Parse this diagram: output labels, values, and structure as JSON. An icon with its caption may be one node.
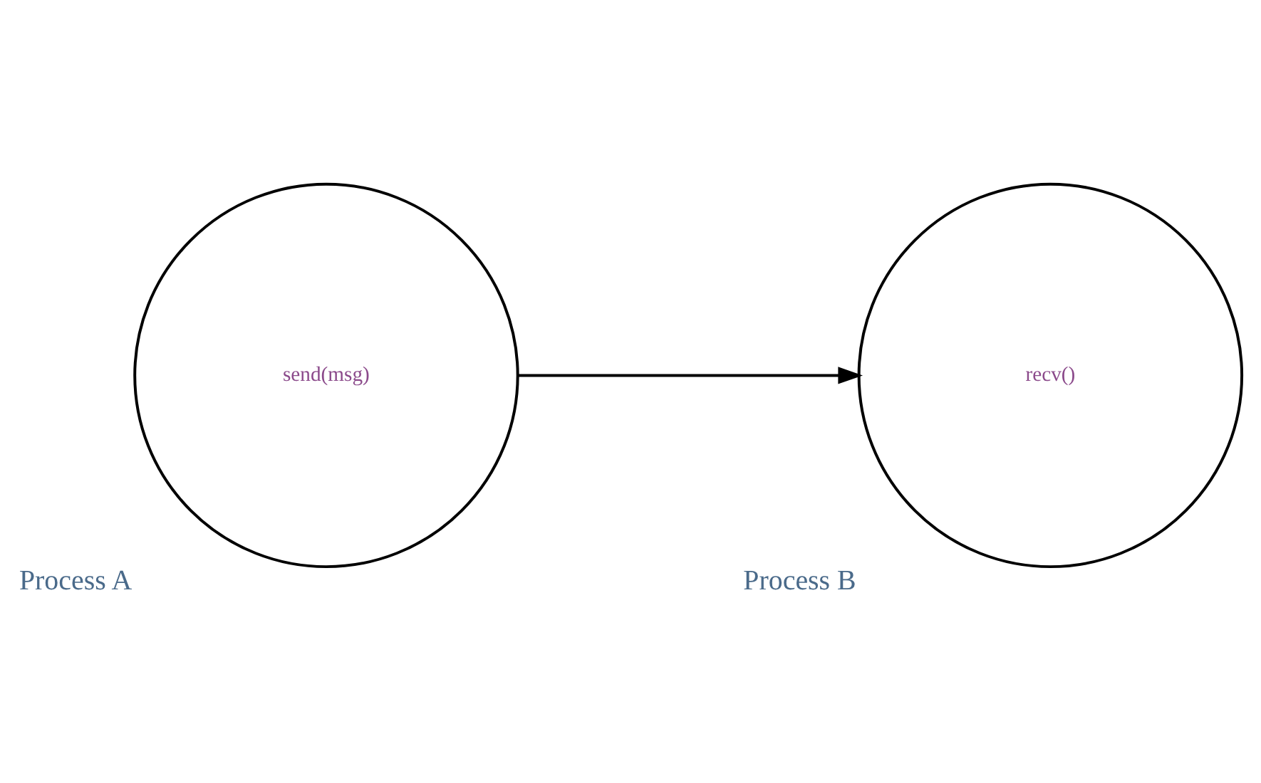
{
  "diagram": {
    "nodes": [
      {
        "text": [
          "send(msg)"
        ],
        "beside": [
          "Process A"
        ]
      },
      {
        "text": [
          "recv()"
        ],
        "beside": [
          "Process B"
        ]
      }
    ],
    "edges": [
      {
        "from": 0,
        "to": 1,
        "arrow": "to"
      }
    ]
  }
}
